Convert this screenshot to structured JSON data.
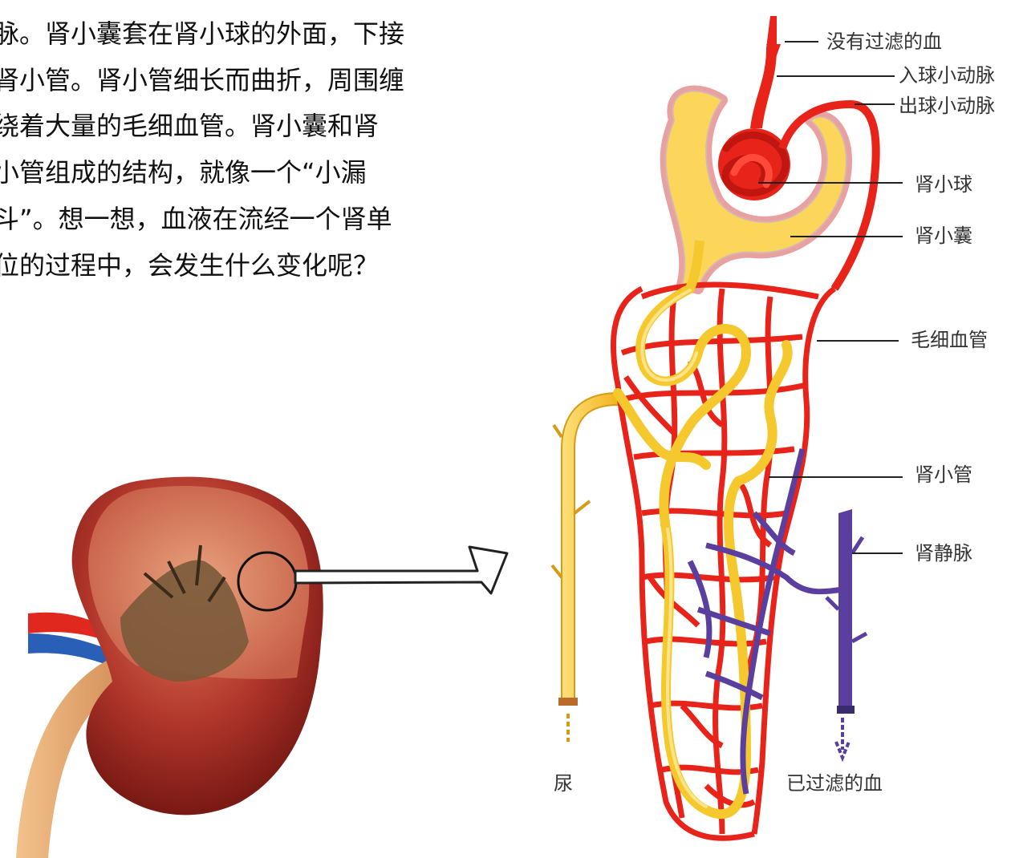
{
  "paragraph": {
    "lines": [
      "脉。肾小囊套在肾小球的外面，下接",
      "肾小管。肾小管细长而曲折，周围缠",
      "绕着大量的毛细血管。肾小囊和肾",
      "小管组成的结构，就像一个“小漏",
      "斗”。想一想，血液在流经一个肾单",
      "位的过程中，会发生什么变化呢？"
    ]
  },
  "labels": {
    "unfiltered_blood": "没有过滤的血",
    "afferent_arteriole": "入球小动脉",
    "efferent_arteriole": "出球小动脉",
    "glomerulus": "肾小球",
    "bowmans_capsule": "肾小囊",
    "capillaries": "毛细血管",
    "renal_tubule": "肾小管",
    "renal_vein": "肾静脉",
    "urine": "尿",
    "filtered_blood": "已过滤的血"
  },
  "colors": {
    "artery": "#e8231a",
    "vein": "#5a3f9e",
    "tubule": "#f5c92e",
    "kidney": "#a8231b"
  }
}
